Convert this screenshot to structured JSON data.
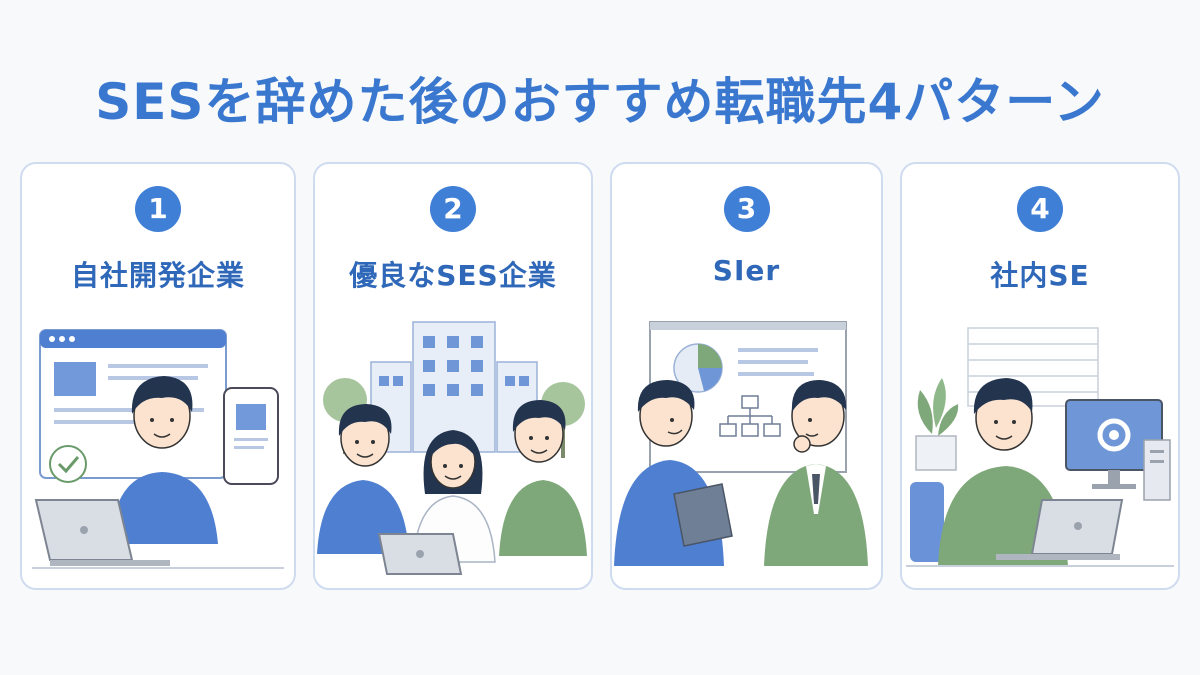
{
  "title": "SESを辞めた後のおすすめ転職先4パターン",
  "cards": [
    {
      "number": "1",
      "label": "自社開発企業",
      "illustration": "developer-with-laptop-and-phone-icon"
    },
    {
      "number": "2",
      "label": "優良なSES企業",
      "illustration": "team-in-front-of-office-building-icon"
    },
    {
      "number": "3",
      "label": "SIer",
      "illustration": "business-meeting-with-chart-icon"
    },
    {
      "number": "4",
      "label": "社内SE",
      "illustration": "in-house-engineer-with-monitor-icon"
    }
  ],
  "colors": {
    "accent": "#3f7fd6",
    "title": "#3a78d0",
    "border": "#cfdcef",
    "blue_shirt": "#4f7fd1",
    "green_shirt": "#7fa87a"
  }
}
